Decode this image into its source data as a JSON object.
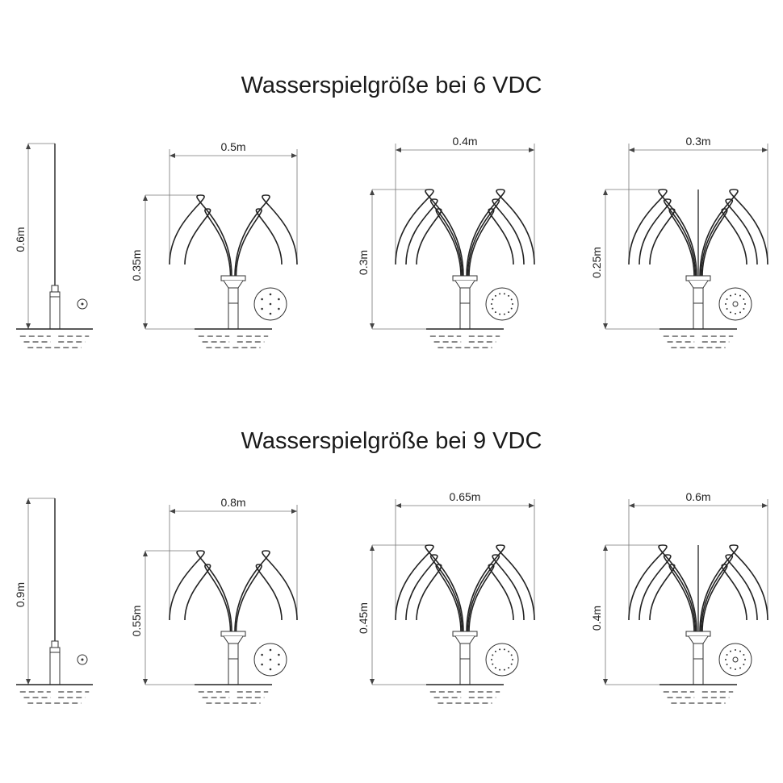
{
  "sections": [
    {
      "title": "Wasserspielgröße bei 6 VDC",
      "jet": {
        "height_label": "0.6m"
      },
      "fountains": [
        {
          "width_label": "0.5m",
          "height_label": "0.35m",
          "arches": 2,
          "center_jet": false,
          "plate": "6-hole"
        },
        {
          "width_label": "0.4m",
          "height_label": "0.3m",
          "arches": 3,
          "center_jet": false,
          "plate": "ring"
        },
        {
          "width_label": "0.3m",
          "height_label": "0.25m",
          "arches": 3,
          "center_jet": true,
          "plate": "ring-center"
        }
      ]
    },
    {
      "title": "Wasserspielgröße bei 9 VDC",
      "jet": {
        "height_label": "0.9m"
      },
      "fountains": [
        {
          "width_label": "0.8m",
          "height_label": "0.55m",
          "arches": 2,
          "center_jet": false,
          "plate": "6-hole"
        },
        {
          "width_label": "0.65m",
          "height_label": "0.45m",
          "arches": 3,
          "center_jet": false,
          "plate": "ring"
        },
        {
          "width_label": "0.6m",
          "height_label": "0.4m",
          "arches": 3,
          "center_jet": true,
          "plate": "ring-center"
        }
      ]
    }
  ]
}
